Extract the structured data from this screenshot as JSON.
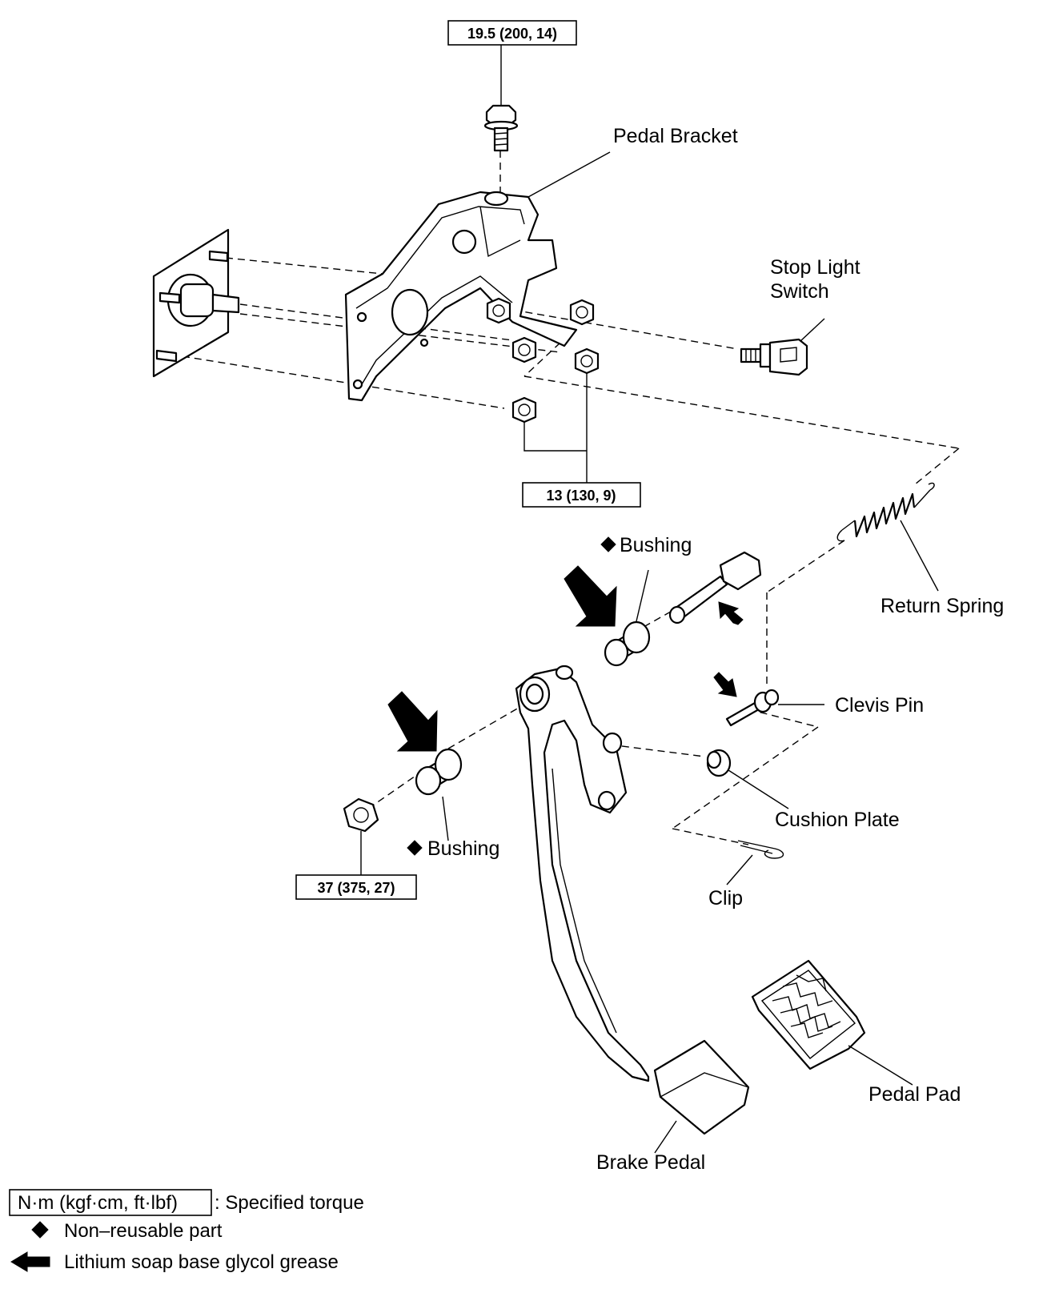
{
  "labels": {
    "pedal_bracket": "Pedal Bracket",
    "stop_light_switch_line1": "Stop Light",
    "stop_light_switch_line2": "Switch",
    "bushing": "Bushing",
    "return_spring": "Return Spring",
    "clevis_pin": "Clevis Pin",
    "cushion_plate": "Cushion Plate",
    "clip": "Clip",
    "pedal_pad": "Pedal Pad",
    "brake_pedal": "Brake Pedal"
  },
  "torques": {
    "bracket_bolt": "19.5 (200, 14)",
    "bracket_nuts": "13 (130, 9)",
    "pivot_nut": "37 (375, 27)"
  },
  "legend": {
    "torque_unit": "N·m (kgf·cm, ft·lbf)",
    "torque_text": ": Specified torque",
    "non_reusable_text": "Non–reusable part",
    "grease_text": "Lithium soap base glycol grease"
  },
  "icons": {
    "non_reusable": "diamond-icon",
    "grease": "arrow-left-icon"
  }
}
